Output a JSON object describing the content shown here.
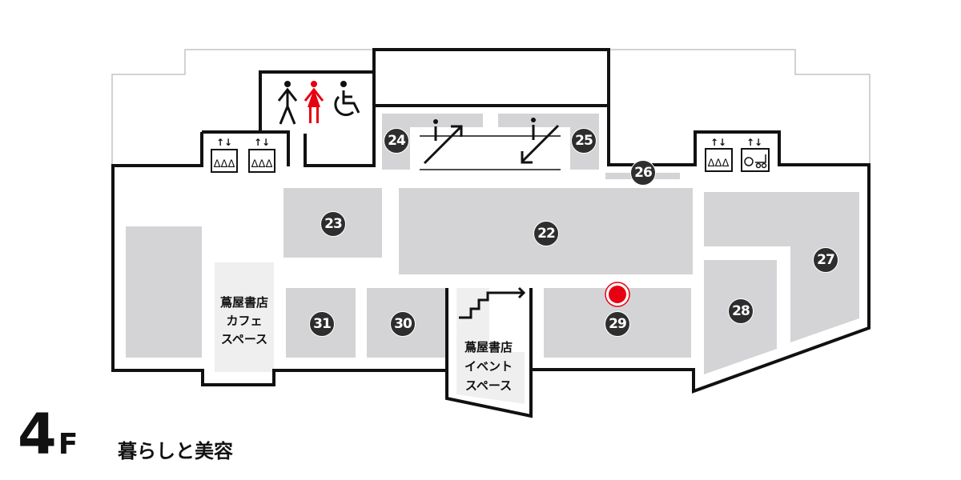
{
  "floor": {
    "number": "4",
    "suffix": "F",
    "name": "暮らしと美容"
  },
  "shops": [
    {
      "id": "22"
    },
    {
      "id": "23"
    },
    {
      "id": "24"
    },
    {
      "id": "25"
    },
    {
      "id": "26"
    },
    {
      "id": "27"
    },
    {
      "id": "28"
    },
    {
      "id": "29"
    },
    {
      "id": "30"
    },
    {
      "id": "31"
    }
  ],
  "areas": {
    "cafe": {
      "lines": [
        "蔦屋書店",
        "カフェ",
        "スペース"
      ]
    },
    "event": {
      "lines": [
        "蔦屋書店",
        "イベント",
        "スペース"
      ]
    }
  },
  "icons": [
    "men-toilet-icon",
    "women-toilet-icon",
    "accessible-toilet-icon",
    "elevator-icon",
    "accessible-elevator-icon",
    "escalator-up-icon",
    "escalator-down-icon",
    "stairs-icon",
    "current-location-icon"
  ],
  "colors": {
    "wall": "#111111",
    "shop": "#d4d4d6",
    "badge": "#2e2e2e",
    "accent": "#e60012"
  },
  "current_location": {
    "near_shop": "29"
  }
}
